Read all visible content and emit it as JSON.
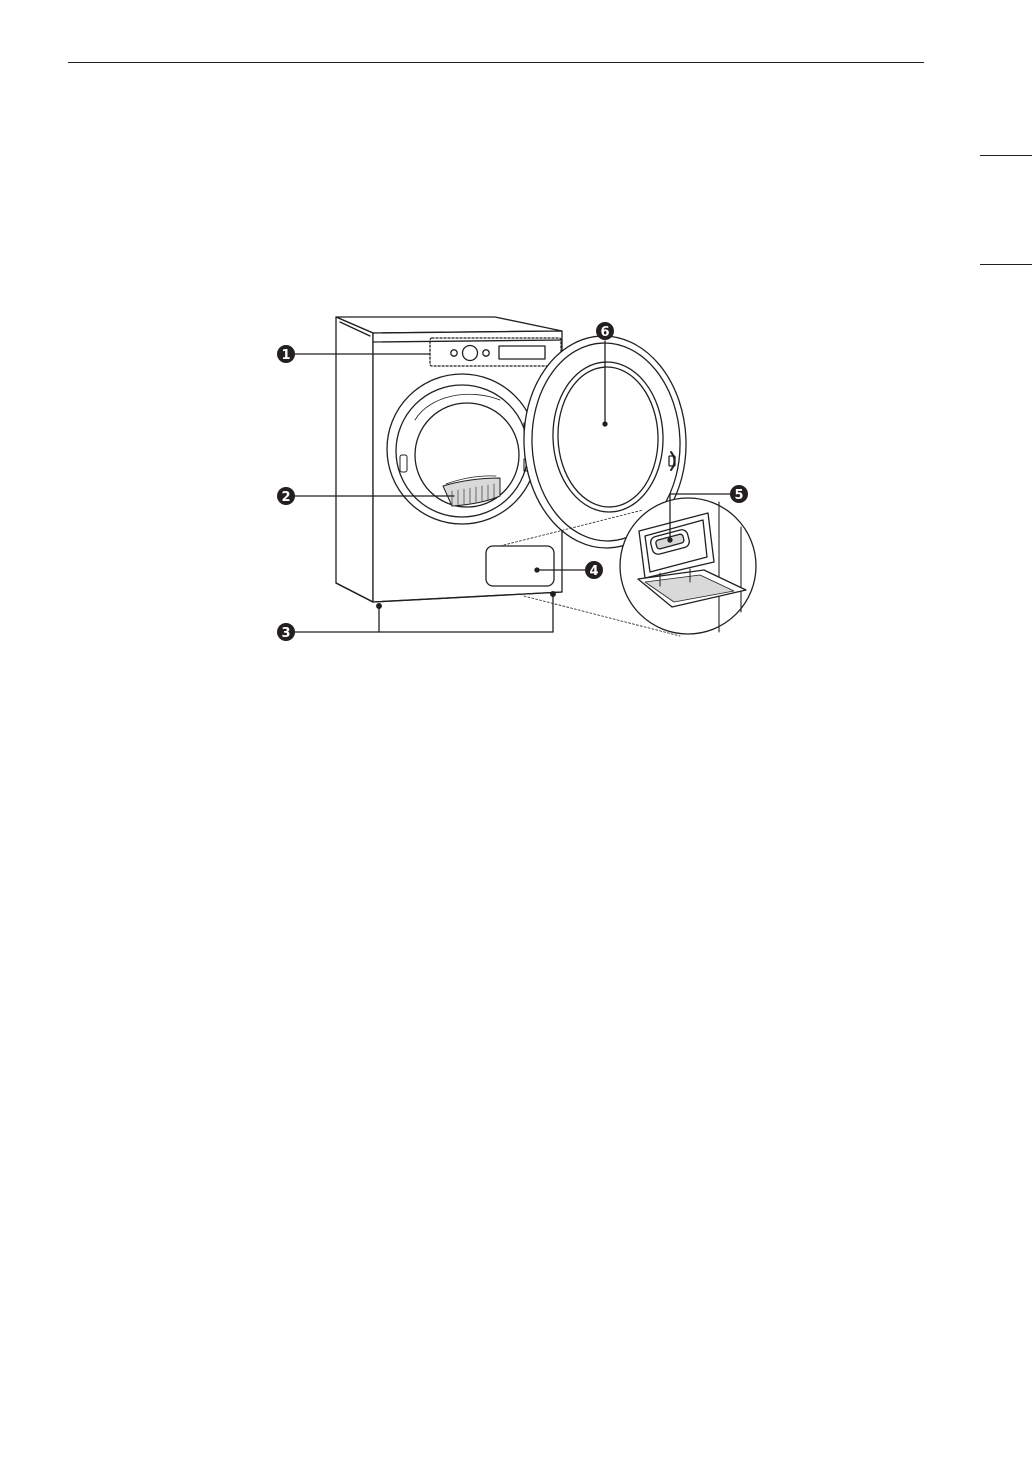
{
  "page": {
    "background": "#ffffff",
    "line_color": "#231f20",
    "shading": "#d9d9d9"
  },
  "callouts": [
    "1",
    "2",
    "3",
    "4",
    "5",
    "6"
  ]
}
